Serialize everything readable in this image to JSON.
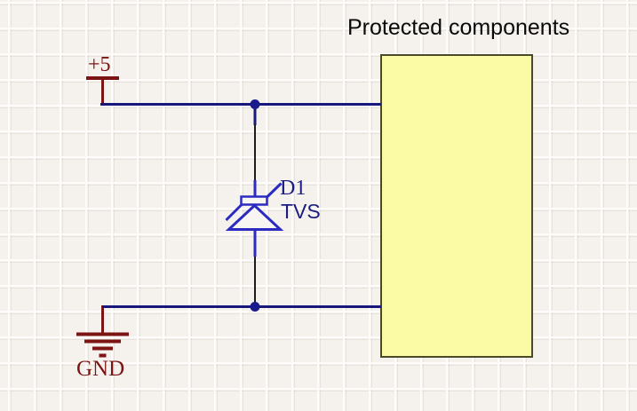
{
  "schematic": {
    "power_rail": {
      "label": "+5"
    },
    "ground": {
      "label": "GND"
    },
    "diode": {
      "designator": "D1",
      "value": "TVS"
    },
    "protected_box": {
      "label": "Protected components"
    },
    "icons": {
      "power_bar": "power-bar-icon (horizontal bar with stem, dark red)",
      "ground": "ground-icon (four shrinking horizontal bars, dark red)",
      "tvs_diode": "tvs-diode-icon (triangle with Z-bent cathode bar, blue)",
      "junction_dot": "junction-dot (filled navy circle on wire)"
    },
    "colors": {
      "background": "#f5f2ee",
      "grid_line": "#fdfcfa",
      "wire_navy": "#17177c",
      "junction_navy": "#1b1b8e",
      "wire_black": "#1c1c1c",
      "component_blue": "#2b2bc2",
      "component_text_navy": "#1c1c80",
      "power_red": "#7b1414",
      "box_fill": "#fbfba6",
      "box_border": "#4a4a28",
      "title_black": "#0a0a0a"
    }
  }
}
